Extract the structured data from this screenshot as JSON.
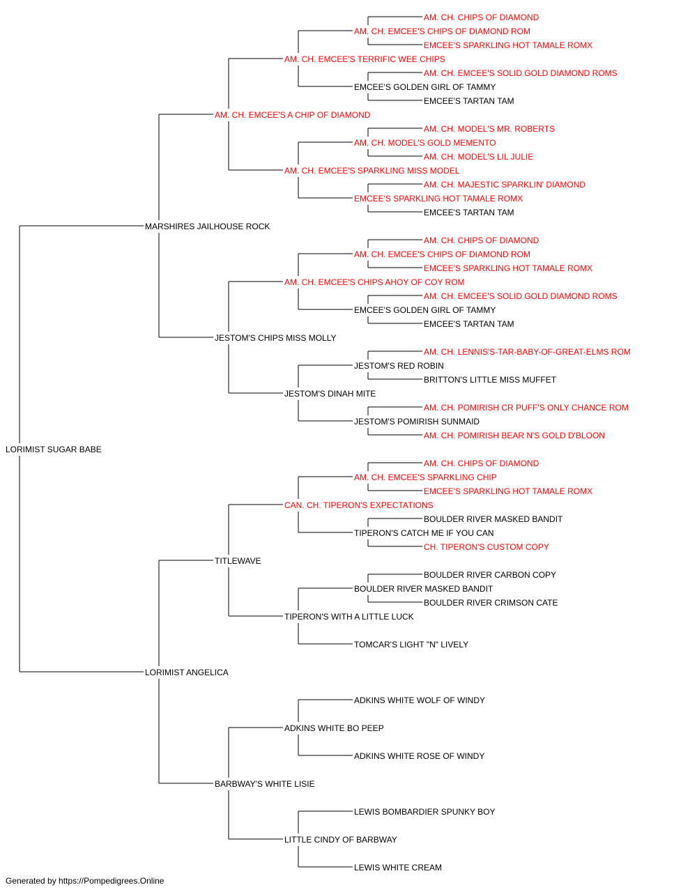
{
  "colors": {
    "champion": "#ff0000",
    "normal": "#000000"
  },
  "pedigree": {
    "name": "LORIMIST SUGAR BABE",
    "sire": {
      "name": "MARSHIRES JAILHOUSE ROCK",
      "sire": {
        "name": "AM. CH. EMCEE'S A CHIP OF DIAMOND",
        "champion": true,
        "sire": {
          "name": "AM. CH. EMCEE'S TERRIFIC WEE CHIPS",
          "champion": true,
          "sire": {
            "name": "AM. CH. EMCEE'S CHIPS OF DIAMOND ROM",
            "champion": true,
            "sire": {
              "name": "AM. CH. CHIPS OF DIAMOND",
              "champion": true
            },
            "dam": {
              "name": "EMCEE'S SPARKLING HOT TAMALE ROMX",
              "champion": true
            }
          },
          "dam": {
            "name": "EMCEE'S GOLDEN GIRL OF TAMMY",
            "sire": {
              "name": "AM. CH. EMCEE'S SOLID GOLD DIAMOND ROMS",
              "champion": true
            },
            "dam": {
              "name": "EMCEE'S TARTAN TAM"
            }
          }
        },
        "dam": {
          "name": "AM. CH. EMCEE'S SPARKLING MISS MODEL",
          "champion": true,
          "sire": {
            "name": "AM. CH. MODEL'S GOLD MEMENTO",
            "champion": true,
            "sire": {
              "name": "AM. CH. MODEL'S MR. ROBERTS",
              "champion": true
            },
            "dam": {
              "name": "AM. CH. MODEL'S LIL JULIE",
              "champion": true
            }
          },
          "dam": {
            "name": "EMCEE'S SPARKLING HOT TAMALE ROMX",
            "champion": true,
            "sire": {
              "name": "AM. CH. MAJESTIC SPARKLIN' DIAMOND",
              "champion": true
            },
            "dam": {
              "name": "EMCEE'S TARTAN TAM"
            }
          }
        }
      },
      "dam": {
        "name": "JESTOM'S CHIPS MISS MOLLY",
        "sire": {
          "name": "AM. CH. EMCEE'S CHIPS AHOY OF COY ROM",
          "champion": true,
          "sire": {
            "name": "AM. CH. EMCEE'S CHIPS OF DIAMOND ROM",
            "champion": true,
            "sire": {
              "name": "AM. CH. CHIPS OF DIAMOND",
              "champion": true
            },
            "dam": {
              "name": "EMCEE'S SPARKLING HOT TAMALE ROMX",
              "champion": true
            }
          },
          "dam": {
            "name": "EMCEE'S GOLDEN GIRL OF TAMMY",
            "sire": {
              "name": "AM. CH. EMCEE'S SOLID GOLD DIAMOND ROMS",
              "champion": true
            },
            "dam": {
              "name": "EMCEE'S TARTAN TAM"
            }
          }
        },
        "dam": {
          "name": "JESTOM'S DINAH MITE",
          "sire": {
            "name": "JESTOM'S RED ROBIN",
            "sire": {
              "name": "AM. CH. LENNIS'S-TAR-BABY-OF-GREAT-ELMS ROM",
              "champion": true
            },
            "dam": {
              "name": "BRITTON'S LITTLE MISS MUFFET"
            }
          },
          "dam": {
            "name": "JESTOM'S POMIRISH SUNMAID",
            "sire": {
              "name": "AM. CH. POMIRISH CR PUFF'S ONLY CHANCE ROM",
              "champion": true
            },
            "dam": {
              "name": "AM. CH. POMIRISH BEAR N'S GOLD D'BLOON",
              "champion": true
            }
          }
        }
      }
    },
    "dam": {
      "name": "LORIMIST ANGELICA",
      "sire": {
        "name": "TITLEWAVE",
        "sire": {
          "name": "CAN. CH. TIPERON'S EXPECTATIONS",
          "champion": true,
          "sire": {
            "name": "AM. CH. EMCEE'S SPARKLING CHIP",
            "champion": true,
            "sire": {
              "name": "AM. CH. CHIPS OF DIAMOND",
              "champion": true
            },
            "dam": {
              "name": "EMCEE'S SPARKLING HOT TAMALE ROMX",
              "champion": true
            }
          },
          "dam": {
            "name": "TIPERON'S CATCH ME IF YOU CAN",
            "sire": {
              "name": "BOULDER RIVER MASKED BANDIT"
            },
            "dam": {
              "name": "CH. TIPERON'S CUSTOM COPY",
              "champion": true
            }
          }
        },
        "dam": {
          "name": "TIPERON'S WITH A LITTLE LUCK",
          "sire": {
            "name": "BOULDER RIVER MASKED BANDIT",
            "sire": {
              "name": "BOULDER RIVER CARBON COPY"
            },
            "dam": {
              "name": "BOULDER RIVER CRIMSON CATE"
            }
          },
          "dam": {
            "name": "TOMCAR'S LIGHT \"N\" LIVELY"
          }
        }
      },
      "dam": {
        "name": "BARBWAY'S WHITE LISIE",
        "sire": {
          "name": "ADKINS WHITE BO PEEP",
          "sire": {
            "name": "ADKINS WHITE WOLF OF WINDY"
          },
          "dam": {
            "name": "ADKINS WHITE ROSE OF WINDY"
          }
        },
        "dam": {
          "name": "LITTLE CINDY OF BARBWAY",
          "sire": {
            "name": "LEWIS BOMBARDIER SPUNKY BOY"
          },
          "dam": {
            "name": "LEWIS WHITE CREAM"
          }
        }
      }
    }
  },
  "footer": "Generated by https://Pompedigrees.Online"
}
